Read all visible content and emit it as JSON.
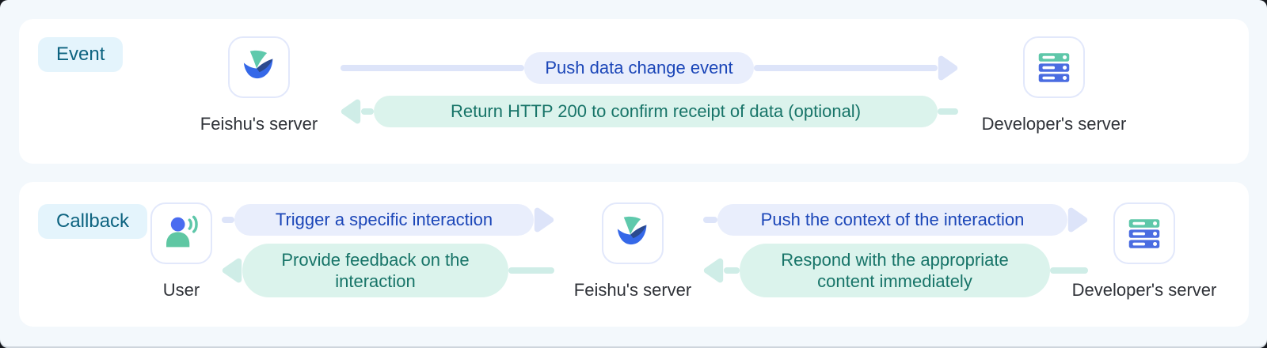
{
  "colors": {
    "page_bg": "#f3f8fc",
    "panel_bg": "#ffffff",
    "badge_bg": "#e4f4fc",
    "badge_text": "#0d6380",
    "lavender_line": "#dde4f9",
    "lavender_pill_bg": "#e9eefc",
    "blue_text": "#1b46b8",
    "mint_line": "#cfede7",
    "mint_pill_bg": "#dbf3ec",
    "teal_text": "#177468",
    "entity_label": "#2f3238",
    "card_border": "#e2e8fb",
    "server_green": "#5ec7a9",
    "server_blue": "#4a6ce1",
    "feishu_teal": "#5fc9ac",
    "feishu_blue": "#3568e8",
    "feishu_navy": "#2b4a8f",
    "user_head_blue": "#4a6cf0",
    "user_body_green": "#5fc7a3"
  },
  "event_panel": {
    "badge": "Event",
    "feishu_label": "Feishu's server",
    "developer_label": "Developer's server",
    "arrow_push": "Push data change event",
    "arrow_return": "Return HTTP 200 to confirm receipt of data (optional)"
  },
  "callback_panel": {
    "badge": "Callback",
    "user_label": "User",
    "feishu_label": "Feishu's server",
    "developer_label": "Developer's server",
    "arrow_trigger": "Trigger a specific interaction",
    "arrow_feedback": "Provide feedback on the interaction",
    "arrow_push_context": "Push the context of the interaction",
    "arrow_respond": "Respond with the appropriate content immediately"
  },
  "icons": {
    "feishu": "feishu-logo-icon",
    "server": "server-stack-icon",
    "user": "user-signal-icon",
    "arrow_right": "arrowhead-right-icon",
    "arrow_left": "arrowhead-left-icon"
  }
}
